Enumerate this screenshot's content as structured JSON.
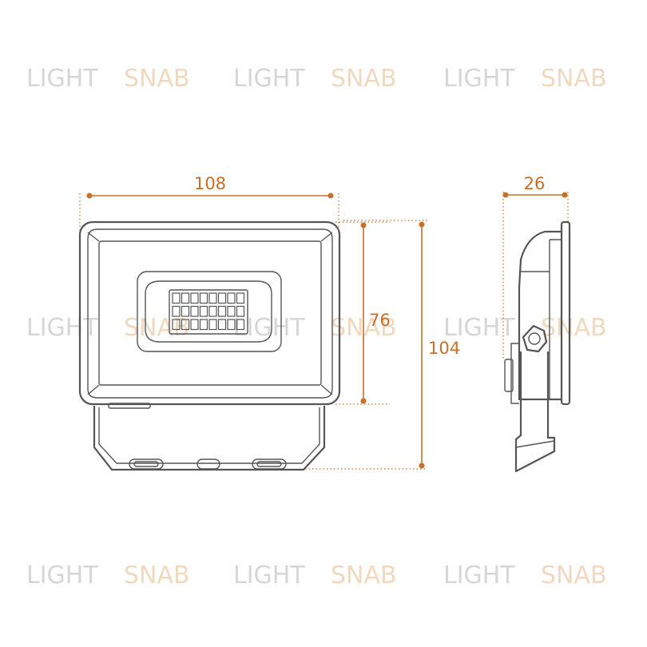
{
  "watermark": {
    "word1": "LIGHT",
    "word2": "SNAB"
  },
  "dimensions": {
    "width": "108",
    "face_height": "76",
    "total_height": "104",
    "depth": "26"
  },
  "colors": {
    "dimension": "#c8702a",
    "outline": "#555555",
    "watermark_light": "#d6d6d6",
    "watermark_snab": "#f0d9bf"
  }
}
